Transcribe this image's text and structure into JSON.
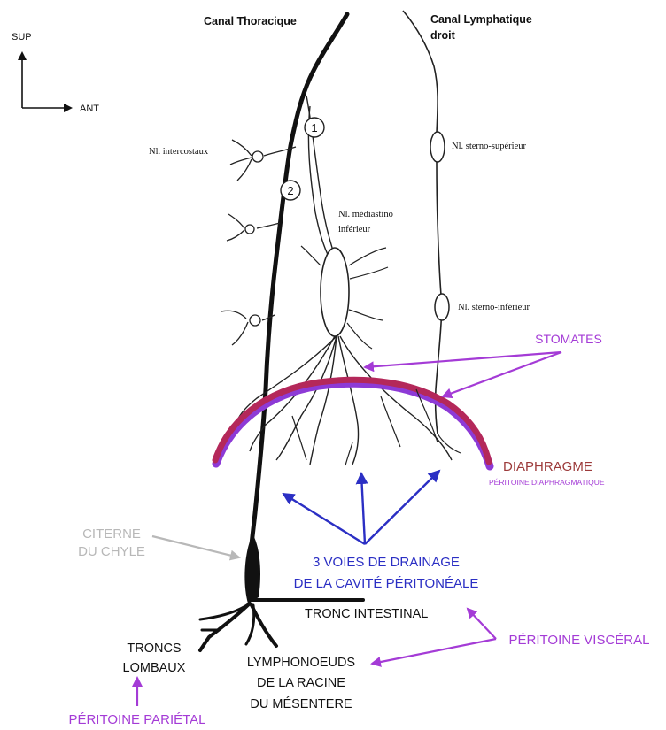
{
  "orientation": {
    "sup": "SUP",
    "ant": "ANT"
  },
  "headings": {
    "thoracic_duct": "Canal Thoracique",
    "right_lymph_duct_line1": "Canal Lymphatique",
    "right_lymph_duct_line2": "droit"
  },
  "node_labels": {
    "intercostal": "Nl. intercostaux",
    "mediastinal_line1": "Nl. médiastino",
    "mediastinal_line2": "inférieur",
    "sterno_sup": "Nl. sterno-supérieur",
    "sterno_inf": "Nl. sterno-inférieur"
  },
  "markers": [
    "1",
    "2"
  ],
  "labels": {
    "stomates": "STOMATES",
    "diaphragm": "DIAPHRAGME",
    "diaphragm_peritoneum": "PÉRITOINE DIAPHRAGMATIQUE",
    "cisterna_line1": "CITERNE",
    "cisterna_line2": "DU CHYLE",
    "drainage_line1": "3 VOIES DE DRAINAGE",
    "drainage_line2": "DE LA CAVITÉ PÉRITONÉALE",
    "intestinal_trunk": "TRONC INTESTINAL",
    "lumbar_line1": "TRONCS",
    "lumbar_line2": "LOMBAUX",
    "mesentery_line1": "LYMPHONOEUDS",
    "mesentery_line2": "DE LA RACINE",
    "mesentery_line3": "DU MÉSENTERE",
    "visceral_peritoneum": "PÉRITOINE VISCÉRAL",
    "parietal_peritoneum": "PÉRITOINE PARIÉTAL"
  },
  "colors": {
    "purple": "#a43bd6",
    "blue": "#2b2fc4",
    "diaphragm_red": "#b4285a",
    "diaphragm_label": "#9c3a3a",
    "grey": "#b8b8b8",
    "ink": "#111111"
  }
}
